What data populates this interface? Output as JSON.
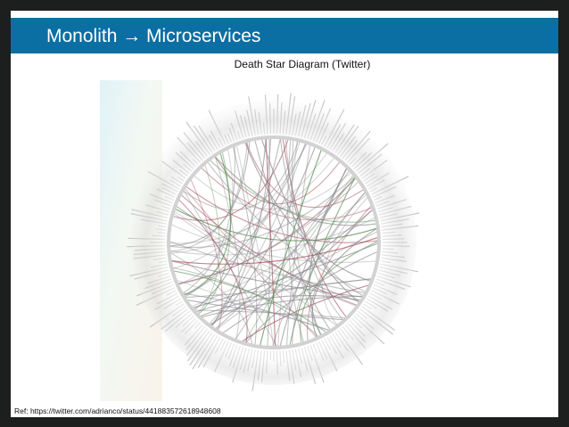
{
  "slide": {
    "title": "Monolith → Microservices",
    "subtitle": "Death Star Diagram (Twitter)",
    "reference": "Ref: https://twitter.com/adrianco/status/441883572618948608"
  },
  "colors": {
    "title_bar": "#0b6fa4",
    "frame": "#1c1f1d",
    "slide_background": "#ffffff",
    "ring": "#c8c8c8",
    "chord_gray": "#8e8e92",
    "chord_red": "#9b3a4a",
    "chord_green": "#4f8a4a"
  }
}
